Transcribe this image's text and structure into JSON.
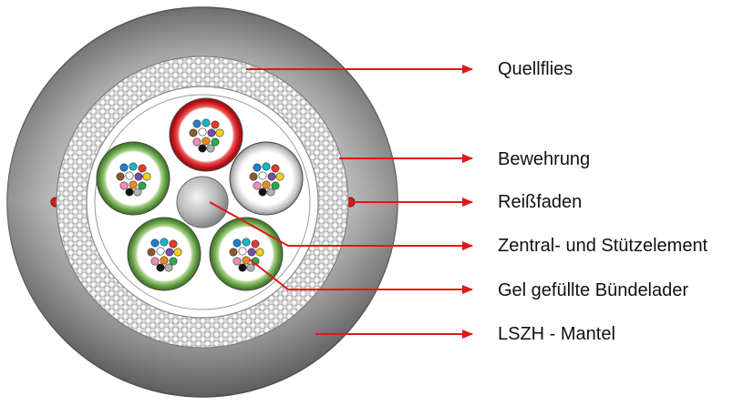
{
  "labels": [
    {
      "key": "fleece",
      "text": "Quellflies"
    },
    {
      "key": "armour",
      "text": "Bewehrung"
    },
    {
      "key": "ripcord",
      "text": "Reißfaden"
    },
    {
      "key": "central",
      "text": "Zentral- und Stützelement"
    },
    {
      "key": "tubes",
      "text": "Gel gefüllte Bündelader"
    },
    {
      "key": "sheath",
      "text": "LSZH - Mantel"
    }
  ],
  "colors": {
    "arrow": "#e01818",
    "sheath": "#8c8c8c",
    "armour_light": "#ffffff",
    "armour_dark": "#a8a8a8",
    "ripcord": "#e01818",
    "tube_red": "#d8191f",
    "tube_green": "#5a9a3c",
    "tube_white": "#d2d2d2",
    "central_element": "#bdbdbd"
  },
  "tube_colors": [
    "red",
    "green",
    "white",
    "green",
    "green"
  ],
  "fiber_colors": [
    "#1e7fd0",
    "#17b5c8",
    "#e53a2a",
    "#8a5a2d",
    "#ffffff",
    "#7a4aa6",
    "#f2d11b",
    "#ee8fb0",
    "#f08a1c",
    "#2ea84a",
    "#111111",
    "#b0b0b0"
  ]
}
